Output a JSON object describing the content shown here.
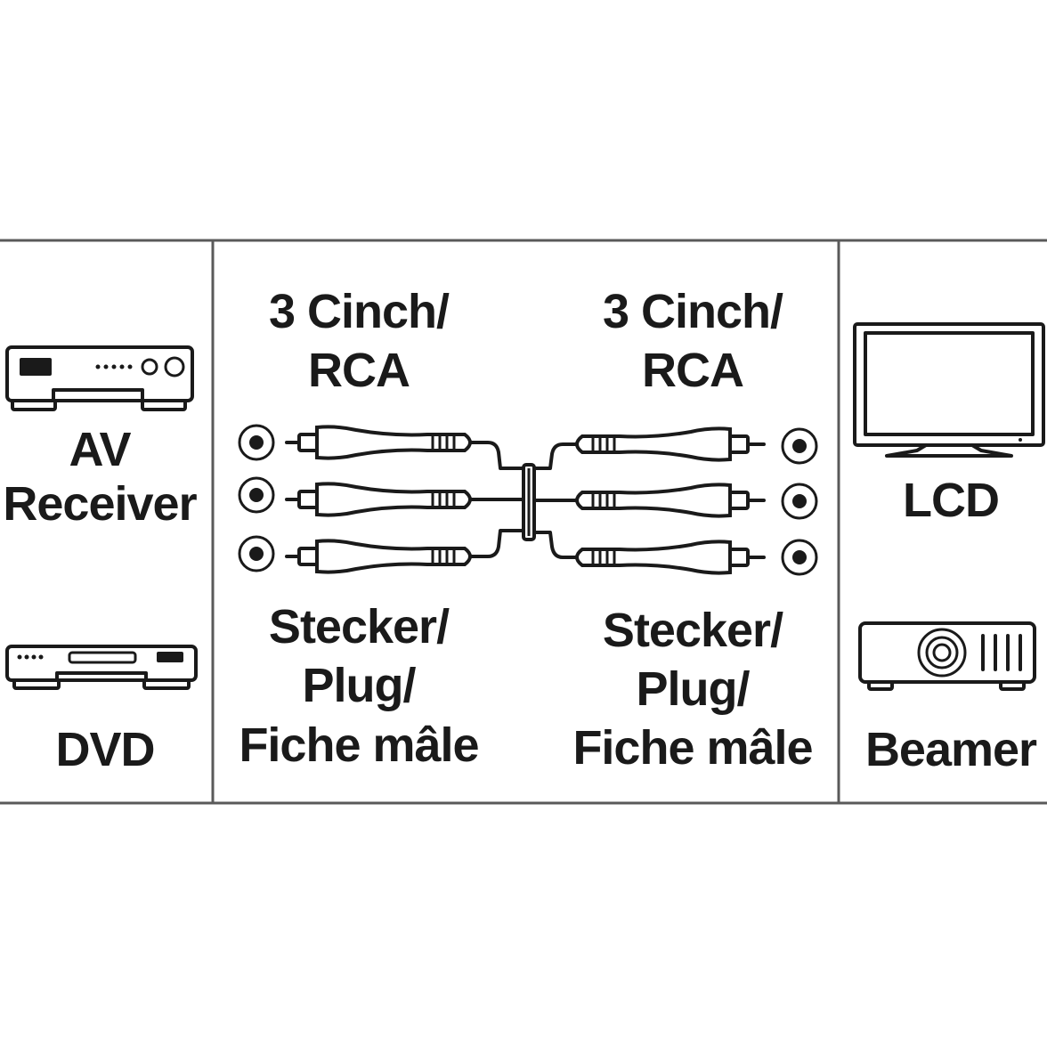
{
  "left_panel": {
    "device_top": {
      "line1": "AV",
      "line2": "Receiver",
      "icon": "av-receiver-icon"
    },
    "device_bottom": {
      "label": "DVD",
      "icon": "dvd-player-icon"
    }
  },
  "center_panel": {
    "left_header": {
      "line1": "3 Cinch/",
      "line2": "RCA"
    },
    "right_header": {
      "line1": "3 Cinch/",
      "line2": "RCA"
    },
    "left_footer": {
      "line1": "Stecker/",
      "line2": "Plug/",
      "line3": "Fiche mâle"
    },
    "right_footer": {
      "line1": "Stecker/",
      "line2": "Plug/",
      "line3": "Fiche mâle"
    },
    "cable_icon": "rca-cable-icon"
  },
  "right_panel": {
    "device_top": {
      "label": "LCD",
      "icon": "lcd-tv-icon"
    },
    "device_bottom": {
      "label": "Beamer",
      "icon": "projector-icon"
    }
  }
}
